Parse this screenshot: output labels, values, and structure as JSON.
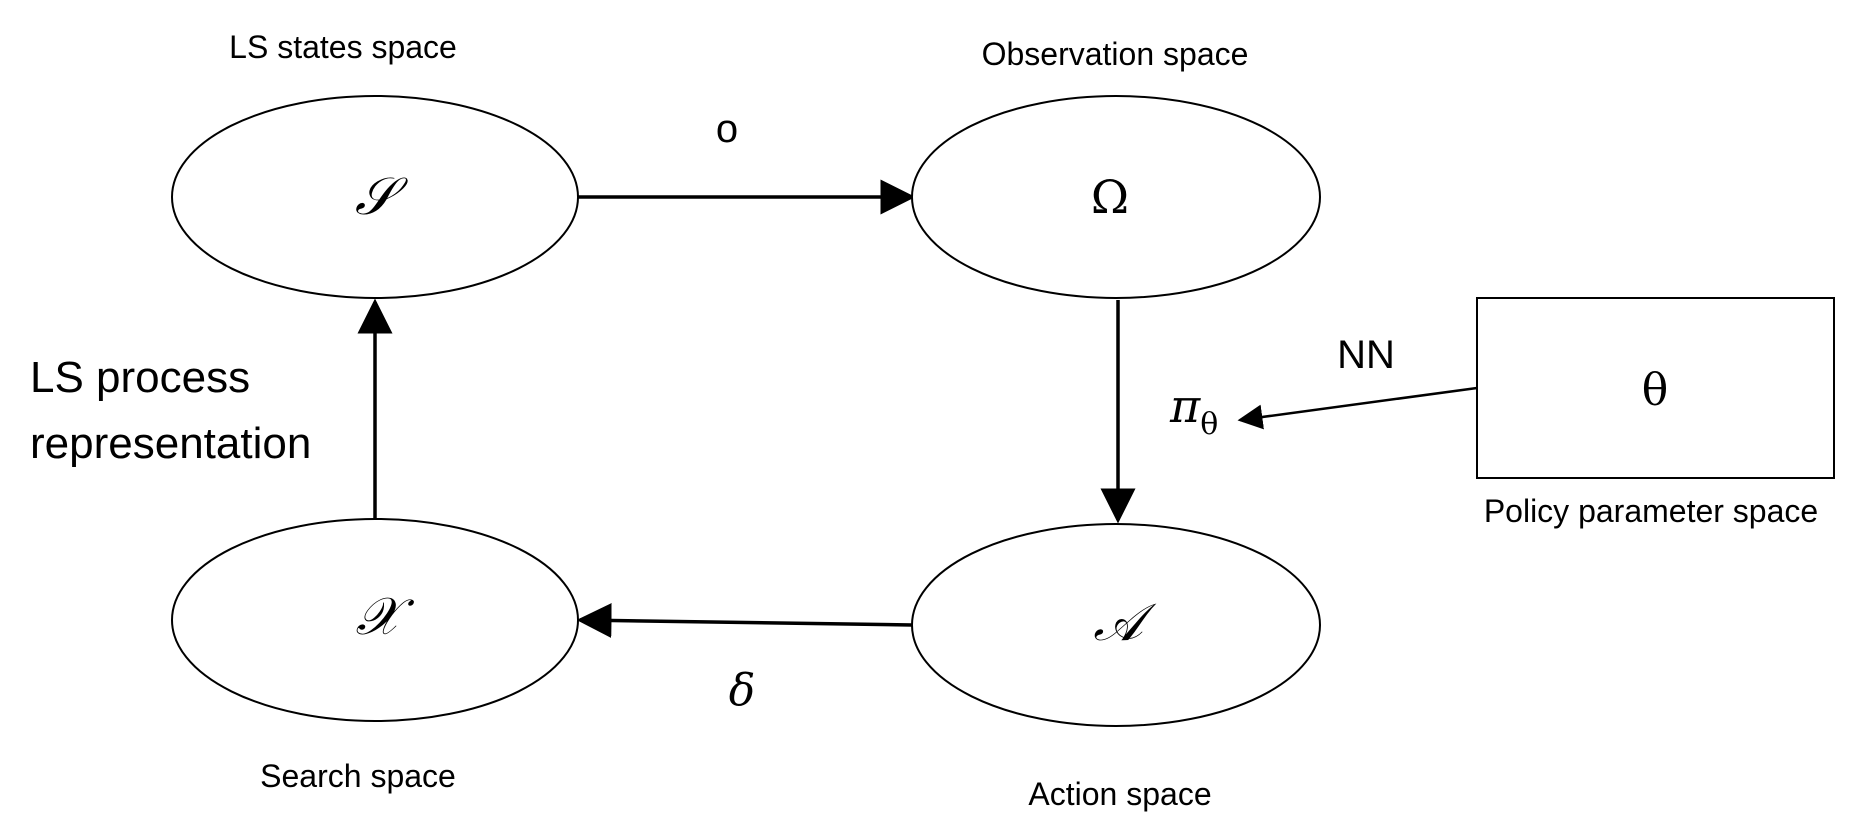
{
  "diagram": {
    "nodes": {
      "states": {
        "symbol": "𝒮",
        "caption": "LS states space"
      },
      "observation": {
        "symbol": "Ω",
        "caption": "Observation space"
      },
      "search": {
        "symbol": "𝒳",
        "caption": "Search space"
      },
      "action": {
        "symbol": "𝒜",
        "caption": "Action space"
      },
      "policy": {
        "symbol": "θ",
        "caption": "Policy parameter space"
      }
    },
    "edges": {
      "states_to_observation": {
        "label": "o"
      },
      "action_to_search": {
        "label": "δ"
      },
      "policy_to_pi": {
        "label": "NN"
      },
      "search_to_states": {
        "label_line1": "LS process",
        "label_line2": "representation"
      }
    },
    "pi_label": {
      "symbol": "π",
      "subscript": "θ"
    },
    "colors": {
      "stroke": "#000000",
      "background": "#ffffff"
    }
  }
}
